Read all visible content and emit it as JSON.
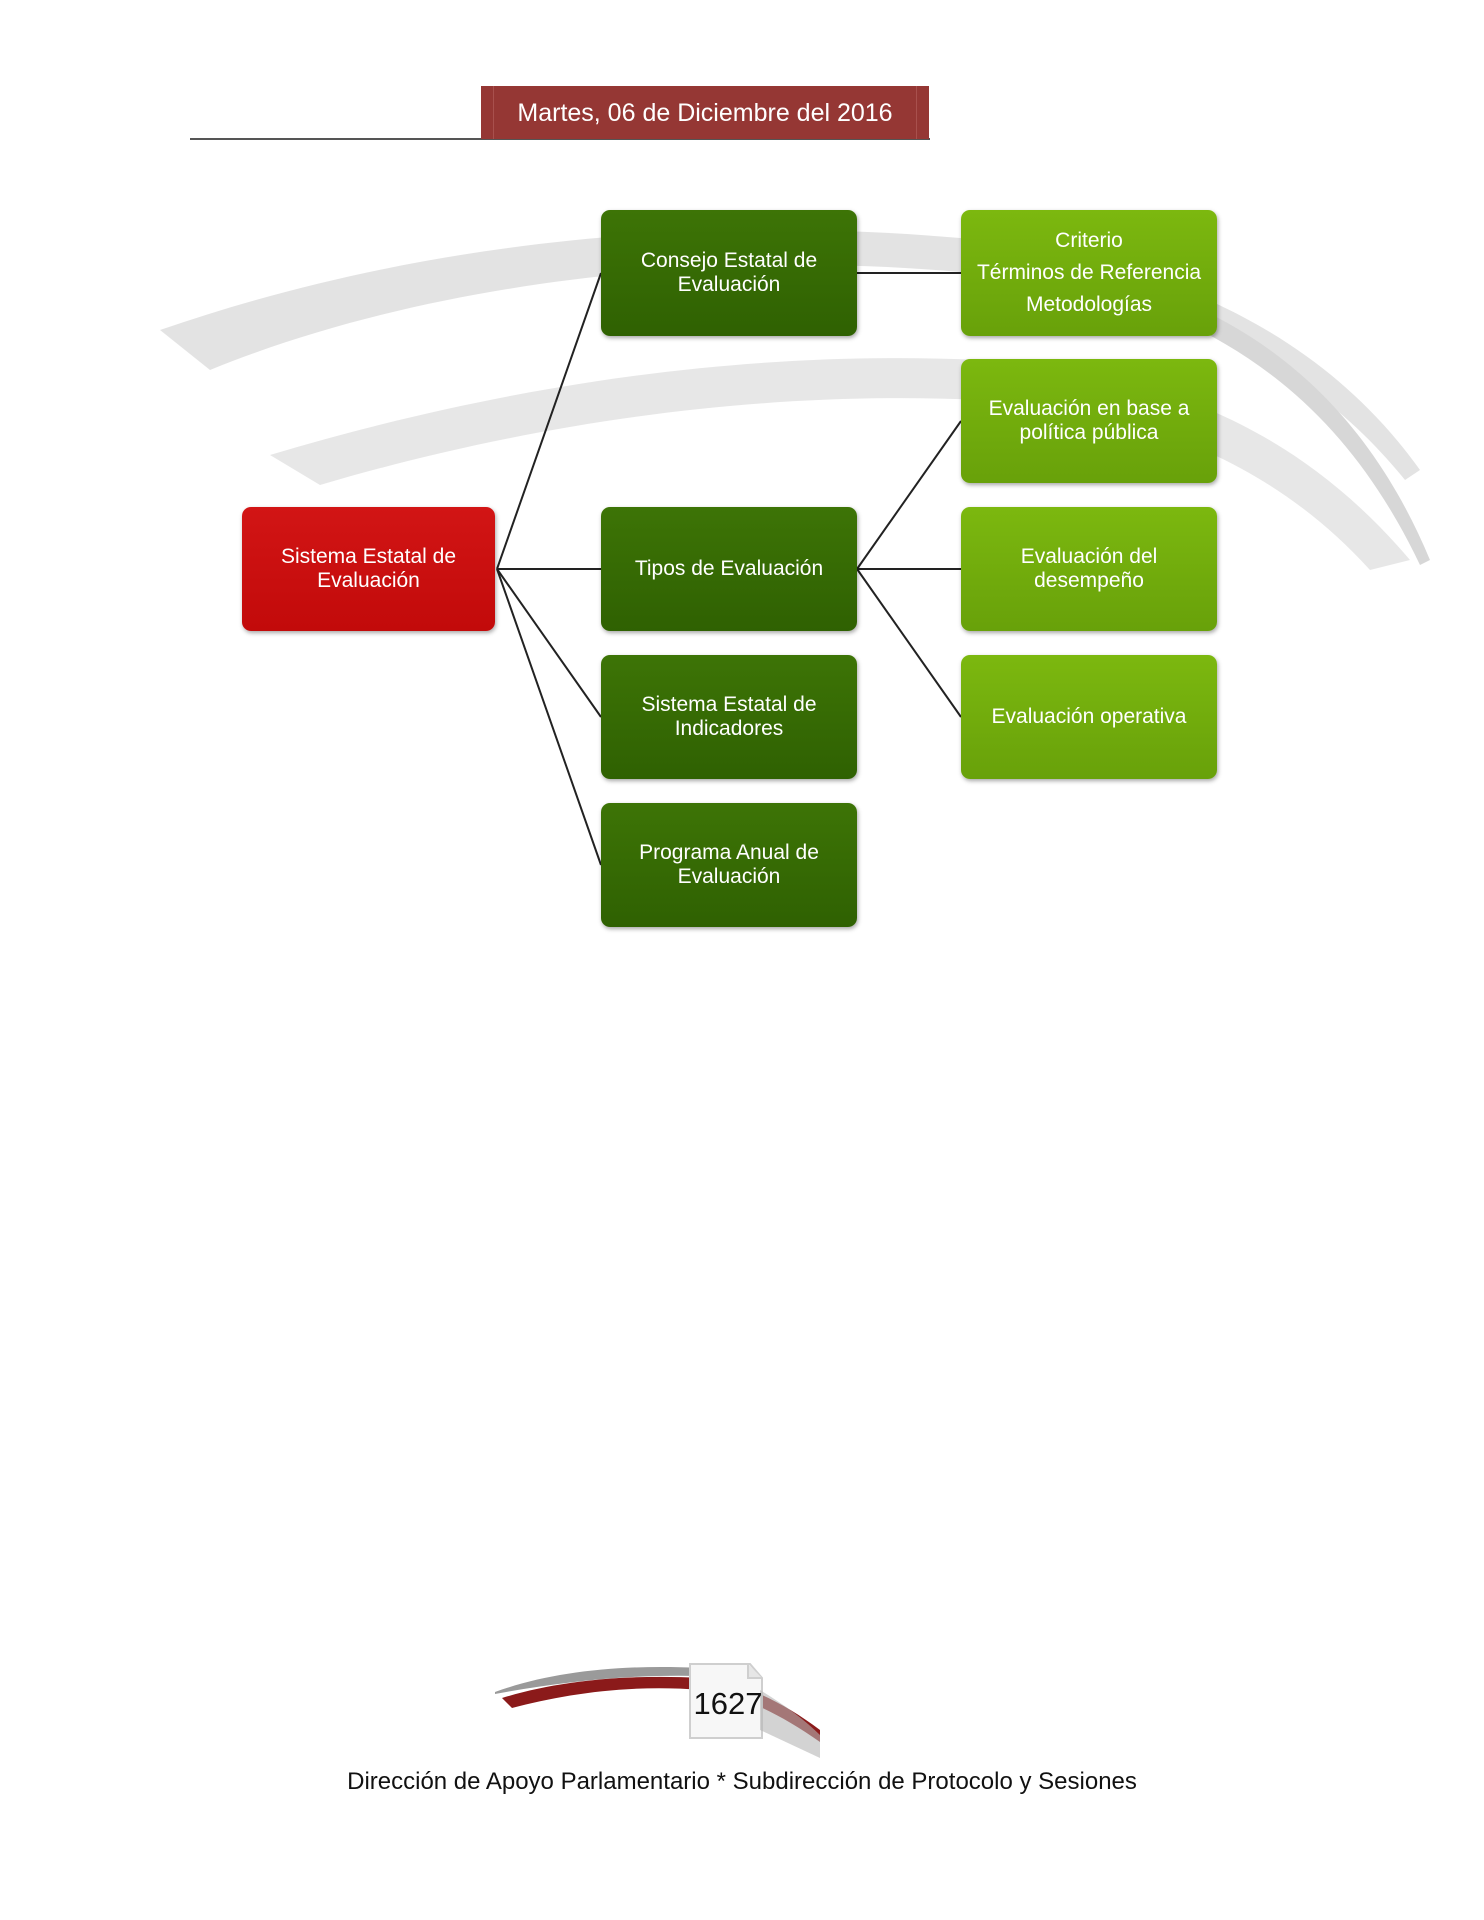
{
  "header": {
    "date": "Martes, 06 de Diciembre  del 2016"
  },
  "diagram": {
    "root": [
      "Sistema Estatal de",
      "Evaluación"
    ],
    "level1": [
      [
        "Consejo Estatal de",
        "Evaluación"
      ],
      [
        "Tipos de Evaluación"
      ],
      [
        "Sistema Estatal de",
        "Indicadores"
      ],
      [
        "Programa Anual de",
        "Evaluación"
      ]
    ],
    "level2": [
      [
        "Criterio",
        "Términos de Referencia",
        "Metodologías"
      ],
      [
        "Evaluación en base a",
        "política pública"
      ],
      [
        "Evaluación del",
        "desempeño"
      ],
      [
        "Evaluación operativa"
      ]
    ],
    "colors": {
      "root": "#c8100f",
      "level1": "#356a04",
      "level2": "#72ad0c",
      "header_tab": "#953734",
      "footer_accent": "#8b1a1a"
    }
  },
  "footer": {
    "page_number": "1627",
    "text": "Dirección de Apoyo Parlamentario * Subdirección de Protocolo y Sesiones"
  }
}
